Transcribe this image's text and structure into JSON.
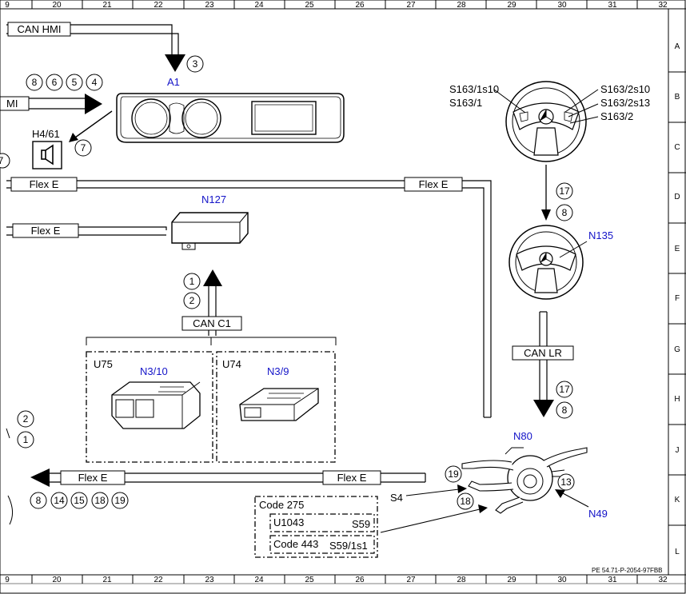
{
  "grid": {
    "top_numbers": [
      "9",
      "20",
      "21",
      "22",
      "23",
      "24",
      "25",
      "26",
      "27",
      "28",
      "29",
      "30",
      "31",
      "32"
    ],
    "bottom_numbers": [
      "9",
      "20",
      "21",
      "22",
      "23",
      "24",
      "25",
      "26",
      "27",
      "28",
      "29",
      "30",
      "31",
      "32"
    ],
    "row_letters": [
      "A",
      "B",
      "C",
      "D",
      "E",
      "F",
      "G",
      "H",
      "J",
      "K",
      "L"
    ]
  },
  "buses": {
    "can_hmi_top": "CAN HMI",
    "hmi_left": "MI",
    "flex_e_1": "Flex E",
    "flex_e_2": "Flex E",
    "flex_e_3": "Flex E",
    "flex_e_4": "Flex E",
    "flex_e_5": "Flex E",
    "can_c1": "CAN C1",
    "can_lr": "CAN LR"
  },
  "components": {
    "a1": "A1",
    "h4_61": "H4/61",
    "n127": "N127",
    "u75": "U75",
    "n3_10": "N3/10",
    "u74": "U74",
    "n3_9": "N3/9",
    "n135": "N135",
    "n80": "N80",
    "n49": "N49",
    "s4": "S4",
    "s163_1s10": "S163/1s10",
    "s163_1": "S163/1",
    "s163_2s10": "S163/2s10",
    "s163_2s13": "S163/2s13",
    "s163_2": "S163/2"
  },
  "code_box": {
    "code_275": "Code 275",
    "u1043": "U1043",
    "s59": "S59",
    "code_443": "Code 443",
    "s59_1s1": "S59/1s1"
  },
  "circles": {
    "c3": "3",
    "c8a": "8",
    "c6": "6",
    "c5": "5",
    "c4": "4",
    "c7": "7",
    "c7b": "7",
    "c1a": "1",
    "c2a": "2",
    "c2b": "2",
    "c1b": "1",
    "c17a": "17",
    "c8b": "8",
    "c17b": "17",
    "c8c": "8",
    "c19a": "19",
    "c18a": "18",
    "c13": "13",
    "b8": "8",
    "b14": "14",
    "b15": "15",
    "b18": "18",
    "b19": "19"
  },
  "footer_ref": "PE 54.71-P-2054-97FBB"
}
